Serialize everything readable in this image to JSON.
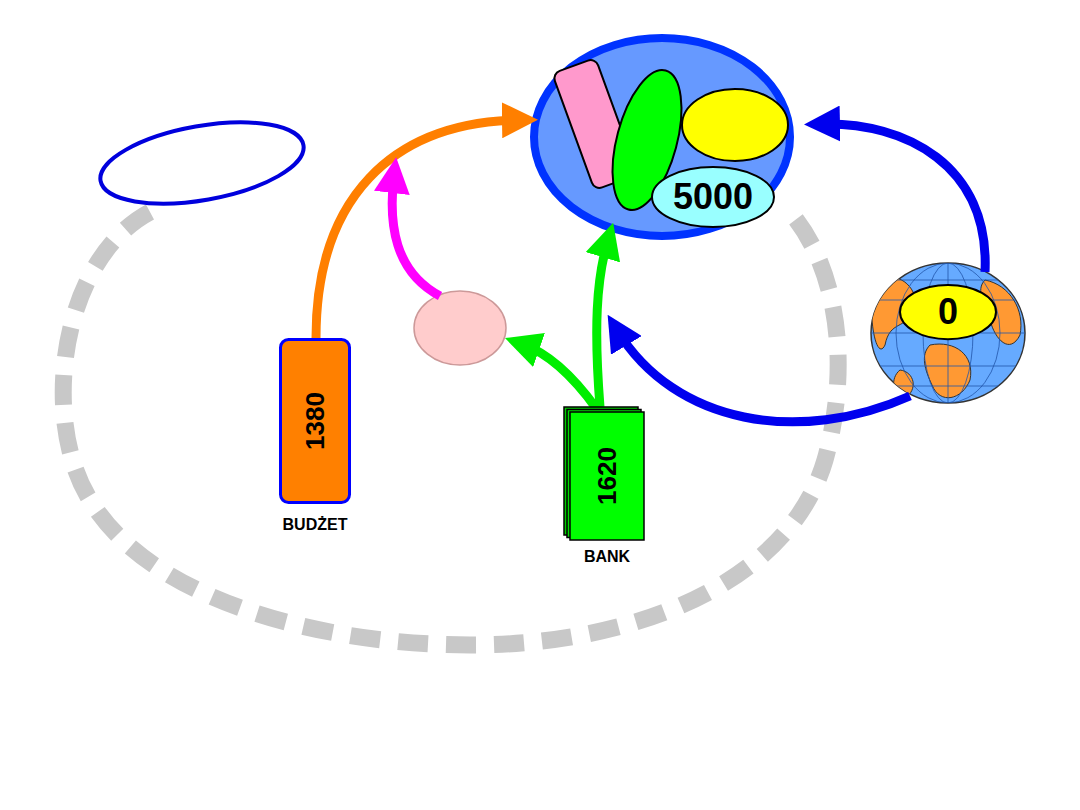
{
  "diagram": {
    "nodes": [
      {
        "text": [
          "5000"
        ]
      },
      {
        "text": [
          "0"
        ]
      },
      {
        "text": [
          "1380",
          "BUDŻET"
        ]
      },
      {
        "text": [
          "1620",
          "BANK"
        ]
      }
    ]
  }
}
